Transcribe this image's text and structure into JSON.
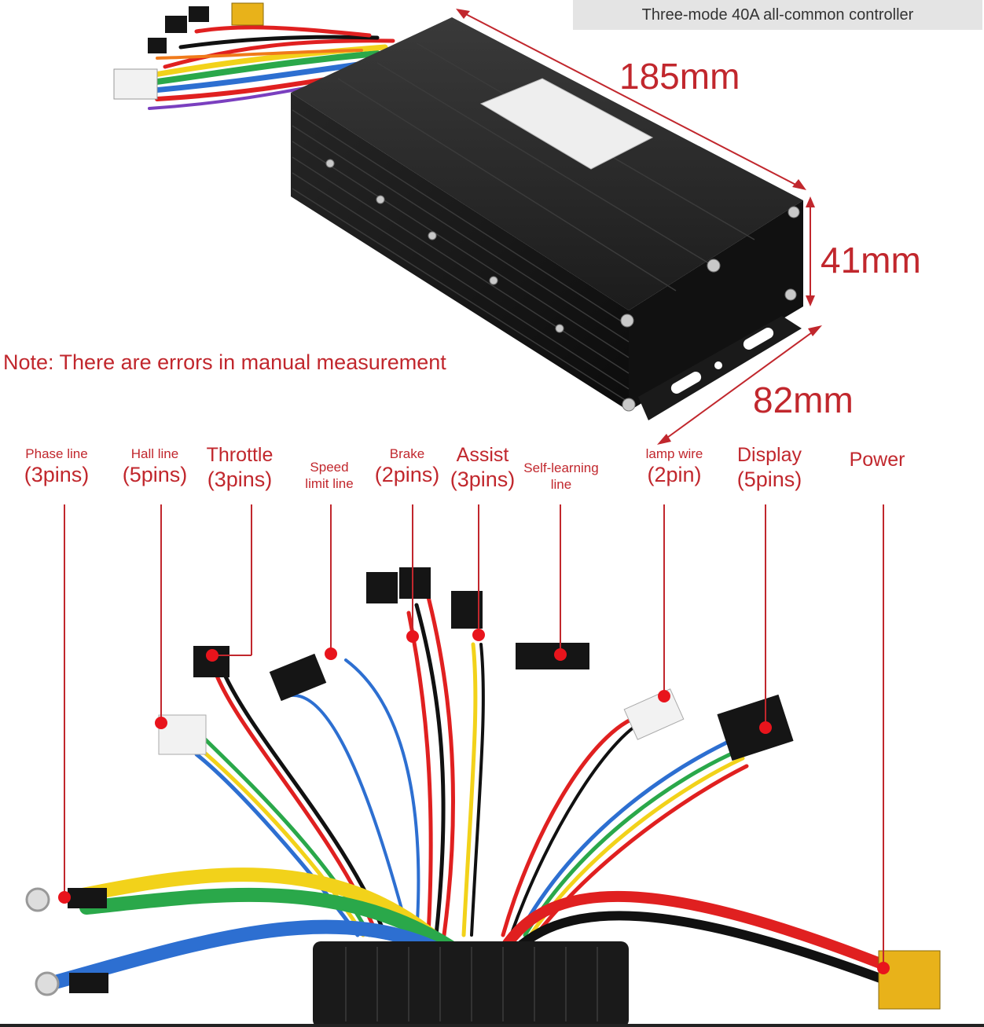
{
  "banner": "Three-mode 40A all-common controller",
  "dimensions": {
    "length": "185mm",
    "height": "41mm",
    "width": "82mm"
  },
  "note": "Note: There are errors in manual measurement",
  "colors": {
    "label_red": "#c1272d",
    "housing": "#161616",
    "banner_bg": "#e4e4e4"
  },
  "wires": [
    {
      "name": "Phase line",
      "pins": "(3pins)"
    },
    {
      "name": "Hall line",
      "pins": "(5pins)"
    },
    {
      "name": "Throttle",
      "pins": "(3pins)"
    },
    {
      "name": "Speed\nlimit line",
      "pins": ""
    },
    {
      "name": "Brake",
      "pins": "(2pins)"
    },
    {
      "name": "Assist",
      "pins": "(3pins)"
    },
    {
      "name": "Self-learning\nline",
      "pins": ""
    },
    {
      "name": "lamp wire",
      "pins": "(2pin)"
    },
    {
      "name": "Display",
      "pins": "(5pins)"
    },
    {
      "name": "Power",
      "pins": ""
    }
  ]
}
